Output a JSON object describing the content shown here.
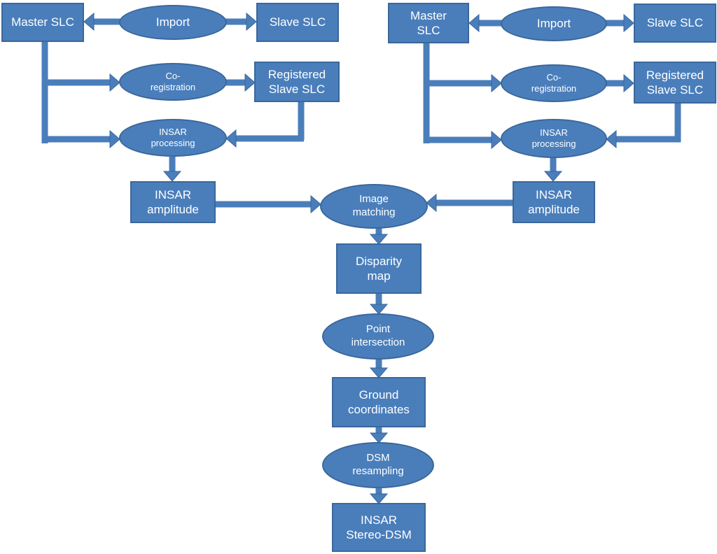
{
  "diagram": {
    "left": {
      "master_slc": [
        "Master SLC"
      ],
      "import": [
        "Import"
      ],
      "slave_slc": [
        "Slave SLC"
      ],
      "coregistration": [
        "Co-",
        "registration"
      ],
      "registered_slave_slc": [
        "Registered",
        "Slave SLC"
      ],
      "insar_processing": [
        "INSAR",
        "processing"
      ],
      "insar_amplitude": [
        "INSAR",
        "amplitude"
      ]
    },
    "right": {
      "master_slc": [
        "Master",
        "SLC"
      ],
      "import": [
        "Import"
      ],
      "slave_slc": [
        "Slave SLC"
      ],
      "coregistration": [
        "Co-",
        "registration"
      ],
      "registered_slave_slc": [
        "Registered",
        "Slave SLC"
      ],
      "insar_processing": [
        "INSAR",
        "processing"
      ],
      "insar_amplitude": [
        "INSAR",
        "amplitude"
      ]
    },
    "image_matching": [
      "Image",
      "matching"
    ],
    "disparity_map": [
      "Disparity",
      "map"
    ],
    "point_intersection": [
      "Point",
      "intersection"
    ],
    "ground_coordinates": [
      "Ground",
      "coordinates"
    ],
    "dsm_resampling": [
      "DSM",
      "resampling"
    ],
    "insar_stereo_dsm": [
      "INSAR",
      "Stereo-DSM"
    ],
    "colors": {
      "fill": "#4a7ebb",
      "border": "#3a679c",
      "text": "#ffffff",
      "background": "#ffffff"
    }
  }
}
